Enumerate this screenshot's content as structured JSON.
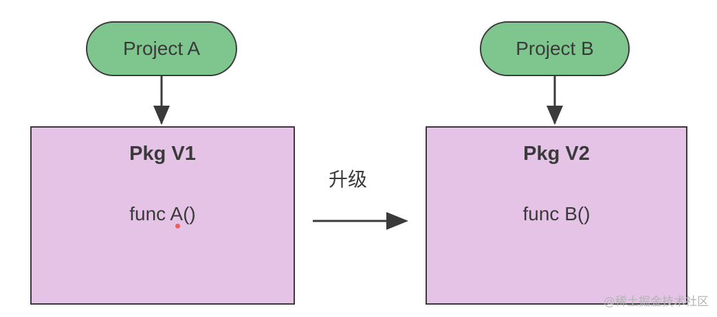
{
  "nodes": {
    "project_a": {
      "label": "Project A"
    },
    "project_b": {
      "label": "Project B"
    },
    "pkg_v1": {
      "title": "Pkg V1",
      "func": "func A()"
    },
    "pkg_v2": {
      "title": "Pkg V2",
      "func": "func B()"
    }
  },
  "edges": {
    "upgrade_label": "升级"
  },
  "watermark": "@稀土掘金技术社区",
  "colors": {
    "pill_fill": "#7ec68d",
    "box_fill": "#e5c3e7",
    "stroke": "#3a3a3a",
    "marker_dot": "#f25b5b"
  }
}
